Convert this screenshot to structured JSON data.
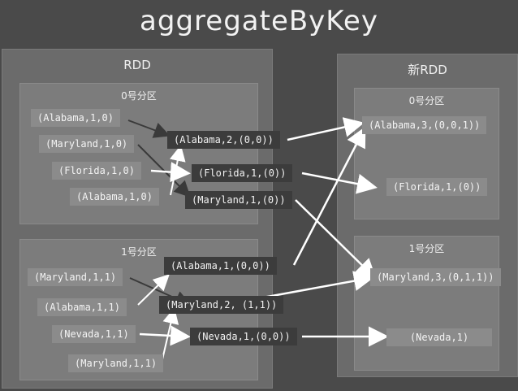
{
  "title": "aggregateByKey",
  "rdd": {
    "label": "RDD",
    "partition0": {
      "label": "0号分区",
      "inputs": [
        "(Alabama,1,0)",
        "(Maryland,1,0)",
        "(Florida,1,0)",
        "(Alabama,1,0)"
      ],
      "aggregates": [
        "(Alabama,2,(0,0))",
        "(Florida,1,(0))",
        "(Maryland,1,(0))"
      ]
    },
    "partition1": {
      "label": "1号分区",
      "inputs": [
        "(Maryland,1,1)",
        "(Alabama,1,1)",
        "(Nevada,1,1)",
        "(Maryland,1,1)"
      ],
      "aggregates": [
        "(Alabama,1,(0,0))",
        "(Maryland,2, (1,1))",
        "(Nevada,1,(0,0))"
      ]
    }
  },
  "new_rdd": {
    "label": "新RDD",
    "partition0": {
      "label": "0号分区",
      "records": [
        "(Alabama,3,(0,0,1))",
        "(Florida,1,(0))"
      ]
    },
    "partition1": {
      "label": "1号分区",
      "records": [
        "(Maryland,3,(0,1,1))",
        "(Nevada,1)"
      ]
    }
  },
  "colors": {
    "background": "#4a4a4a",
    "panel": "#6b6b6b",
    "subpanel": "#7c7c7c",
    "light_record": "#8b8b8b",
    "dark_record": "#3c3c3c",
    "arrow": "#ffffff",
    "arrow_dark": "#3a3a3a"
  }
}
